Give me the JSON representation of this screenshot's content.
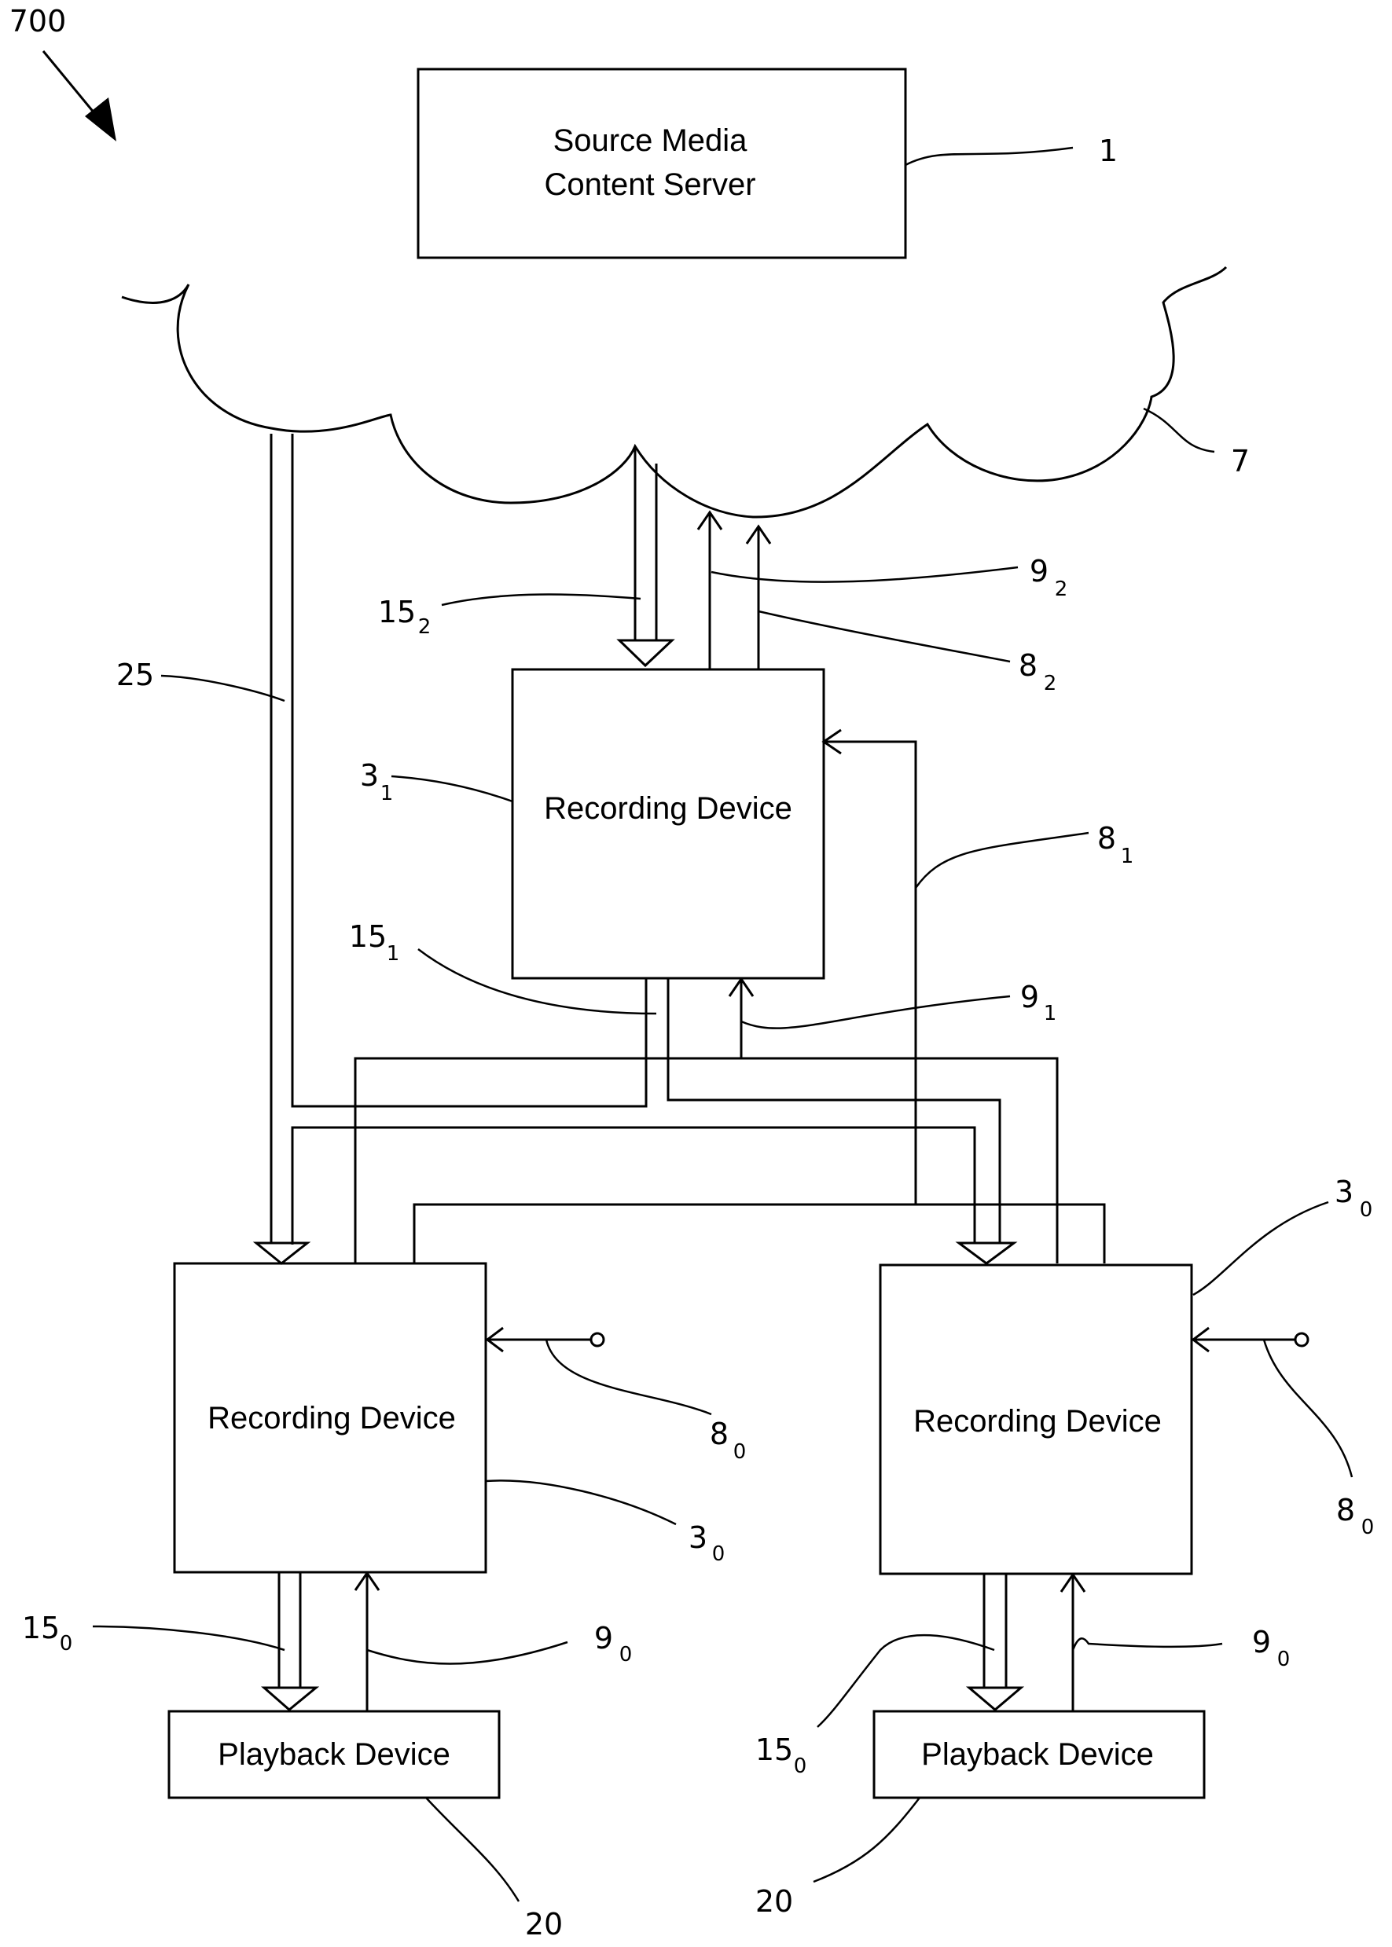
{
  "figure_number": "700",
  "blocks": {
    "server": {
      "line1": "Source Media",
      "line2": "Content Server"
    },
    "recorder_top": "Recording Device",
    "recorder_left": "Recording Device",
    "recorder_right": "Recording Device",
    "player_left": "Playback Device",
    "player_right": "Playback Device"
  },
  "refs": {
    "server": {
      "main": "1",
      "sub": ""
    },
    "network": {
      "main": "7",
      "sub": ""
    },
    "link_25": {
      "main": "25",
      "sub": ""
    },
    "stream_15_2": {
      "main": "15",
      "sub": "2"
    },
    "ctrl_9_2": {
      "main": "9",
      "sub": "2"
    },
    "ctrl_8_2": {
      "main": "8",
      "sub": "2"
    },
    "recorder_3_1": {
      "main": "3",
      "sub": "1"
    },
    "ctrl_8_1": {
      "main": "8",
      "sub": "1"
    },
    "stream_15_1": {
      "main": "15",
      "sub": "1"
    },
    "ctrl_9_1": {
      "main": "9",
      "sub": "1"
    },
    "recorder_3_0_right": {
      "main": "3",
      "sub": "0"
    },
    "ctrl_8_0_left": {
      "main": "8",
      "sub": "0"
    },
    "recorder_3_0_left": {
      "main": "3",
      "sub": "0"
    },
    "ctrl_8_0_right": {
      "main": "8",
      "sub": "0"
    },
    "stream_15_0_left": {
      "main": "15",
      "sub": "0"
    },
    "ctrl_9_0_left": {
      "main": "9",
      "sub": "0"
    },
    "ctrl_9_0_right": {
      "main": "9",
      "sub": "0"
    },
    "stream_15_0_right": {
      "main": "15",
      "sub": "0"
    },
    "player_20_left": {
      "main": "20",
      "sub": ""
    },
    "player_20_right": {
      "main": "20",
      "sub": ""
    }
  }
}
